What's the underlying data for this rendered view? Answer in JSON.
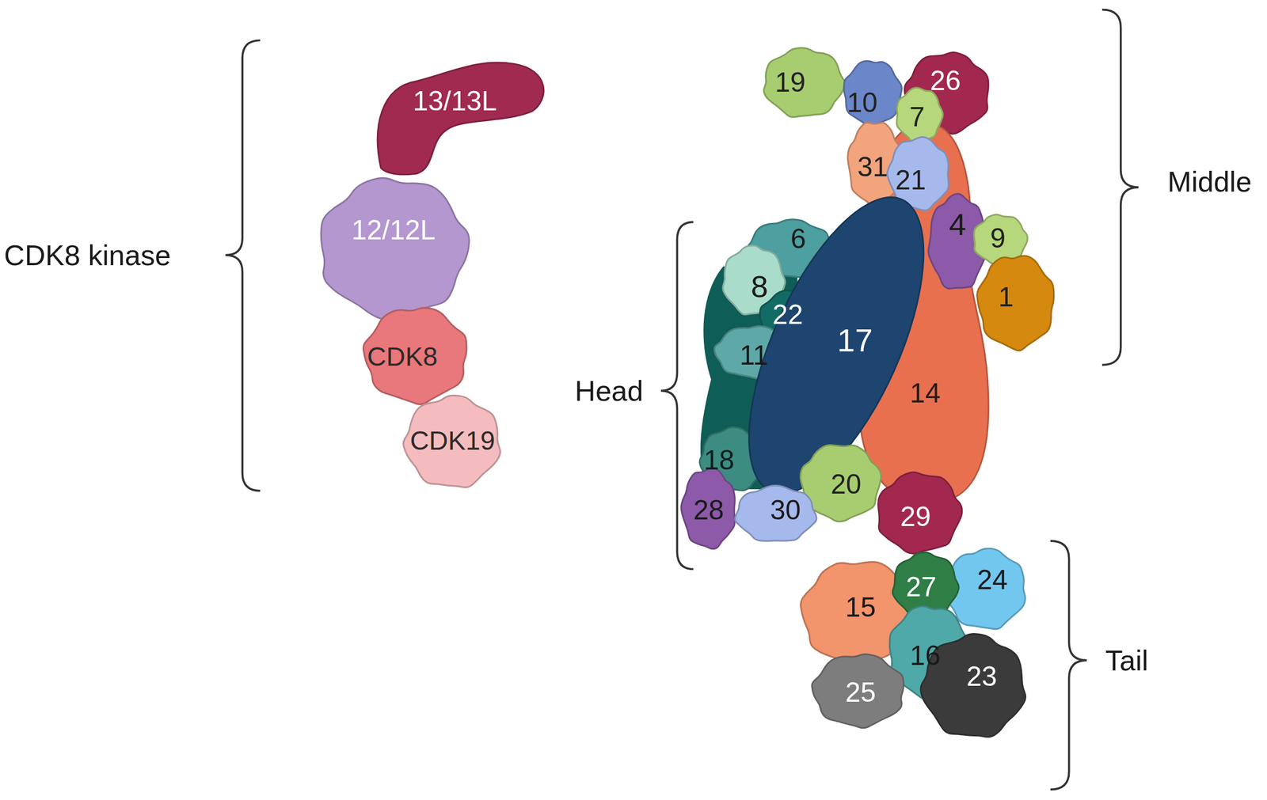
{
  "diagram": {
    "nodes": [
      {
        "text": [
          "13/13L"
        ]
      },
      {
        "text": [
          "12/12L"
        ]
      },
      {
        "text": [
          "CDK8"
        ]
      },
      {
        "text": [
          "CDK19"
        ]
      },
      {
        "text": [
          "19"
        ]
      },
      {
        "text": [
          "10"
        ]
      },
      {
        "text": [
          "26"
        ]
      },
      {
        "text": [
          "14"
        ]
      },
      {
        "text": [
          "7"
        ]
      },
      {
        "text": [
          "31"
        ]
      },
      {
        "text": [
          "21"
        ]
      },
      {
        "text": [
          "4"
        ]
      },
      {
        "text": [
          "9"
        ]
      },
      {
        "text": [
          "1"
        ]
      },
      {
        "text": [
          "6"
        ]
      },
      {
        "text": [
          "8"
        ]
      },
      {
        "text": [
          "22"
        ]
      },
      {
        "text": [
          "11"
        ]
      },
      {
        "text": [
          "18"
        ]
      },
      {
        "text": [
          "17"
        ]
      },
      {
        "text": [
          "20"
        ]
      },
      {
        "text": [
          "28"
        ]
      },
      {
        "text": [
          "30"
        ]
      },
      {
        "text": [
          "29"
        ]
      },
      {
        "text": [
          "15"
        ]
      },
      {
        "text": [
          "24"
        ]
      },
      {
        "text": [
          "27"
        ]
      },
      {
        "text": [
          "16"
        ]
      },
      {
        "text": [
          "25"
        ]
      },
      {
        "text": [
          "23"
        ]
      }
    ],
    "labels": [
      "CDK8 kinase",
      "Middle",
      "Head",
      "Tail"
    ]
  }
}
